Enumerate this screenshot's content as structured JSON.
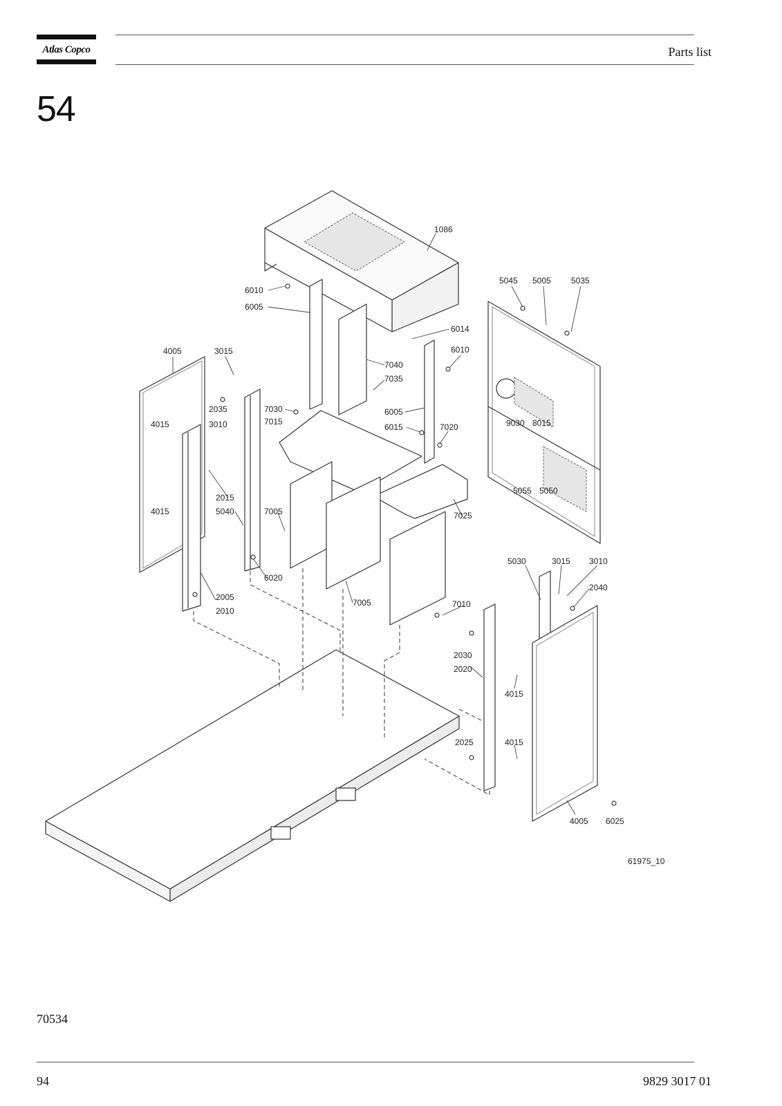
{
  "header": {
    "brand": "Atlas Copco",
    "title": "Parts list"
  },
  "section": {
    "number": "54"
  },
  "figure": {
    "drawing_ref": "61975_10",
    "callouts": [
      {
        "id": "c1086",
        "text": "1086"
      },
      {
        "id": "c6010a",
        "text": "6010"
      },
      {
        "id": "c6005a",
        "text": "6005"
      },
      {
        "id": "c5045",
        "text": "5045"
      },
      {
        "id": "c5005",
        "text": "5005"
      },
      {
        "id": "c5035",
        "text": "5035"
      },
      {
        "id": "c6014",
        "text": "6014"
      },
      {
        "id": "c6010b",
        "text": "6010"
      },
      {
        "id": "c4005a",
        "text": "4005"
      },
      {
        "id": "c3015a",
        "text": "3015"
      },
      {
        "id": "c7040",
        "text": "7040"
      },
      {
        "id": "c7035",
        "text": "7035"
      },
      {
        "id": "c2035",
        "text": "2035"
      },
      {
        "id": "c3010a",
        "text": "3010"
      },
      {
        "id": "c7030",
        "text": "7030"
      },
      {
        "id": "c7015",
        "text": "7015"
      },
      {
        "id": "c6005b",
        "text": "6005"
      },
      {
        "id": "c6015",
        "text": "6015"
      },
      {
        "id": "c7020",
        "text": "7020"
      },
      {
        "id": "c9030",
        "text": "9030"
      },
      {
        "id": "c8015",
        "text": "8015"
      },
      {
        "id": "c4015a",
        "text": "4015"
      },
      {
        "id": "c2015",
        "text": "2015"
      },
      {
        "id": "c5040",
        "text": "5040"
      },
      {
        "id": "c7005a",
        "text": "7005"
      },
      {
        "id": "c5055",
        "text": "5055"
      },
      {
        "id": "c5050",
        "text": "5050"
      },
      {
        "id": "c7025",
        "text": "7025"
      },
      {
        "id": "c4015b",
        "text": "4015"
      },
      {
        "id": "c6020",
        "text": "6020"
      },
      {
        "id": "c5030",
        "text": "5030"
      },
      {
        "id": "c3015b",
        "text": "3015"
      },
      {
        "id": "c3010b",
        "text": "3010"
      },
      {
        "id": "c2040",
        "text": "2040"
      },
      {
        "id": "c2005",
        "text": "2005"
      },
      {
        "id": "c2010",
        "text": "2010"
      },
      {
        "id": "c7005b",
        "text": "7005"
      },
      {
        "id": "c7010",
        "text": "7010"
      },
      {
        "id": "c2030",
        "text": "2030"
      },
      {
        "id": "c2020",
        "text": "2020"
      },
      {
        "id": "c4015c",
        "text": "4015"
      },
      {
        "id": "c2025",
        "text": "2025"
      },
      {
        "id": "c4015d",
        "text": "4015"
      },
      {
        "id": "c4005b",
        "text": "4005"
      },
      {
        "id": "c6025",
        "text": "6025"
      }
    ]
  },
  "footer": {
    "doc_code": "70534",
    "page_number": "94",
    "doc_number": "9829 3017 01"
  }
}
